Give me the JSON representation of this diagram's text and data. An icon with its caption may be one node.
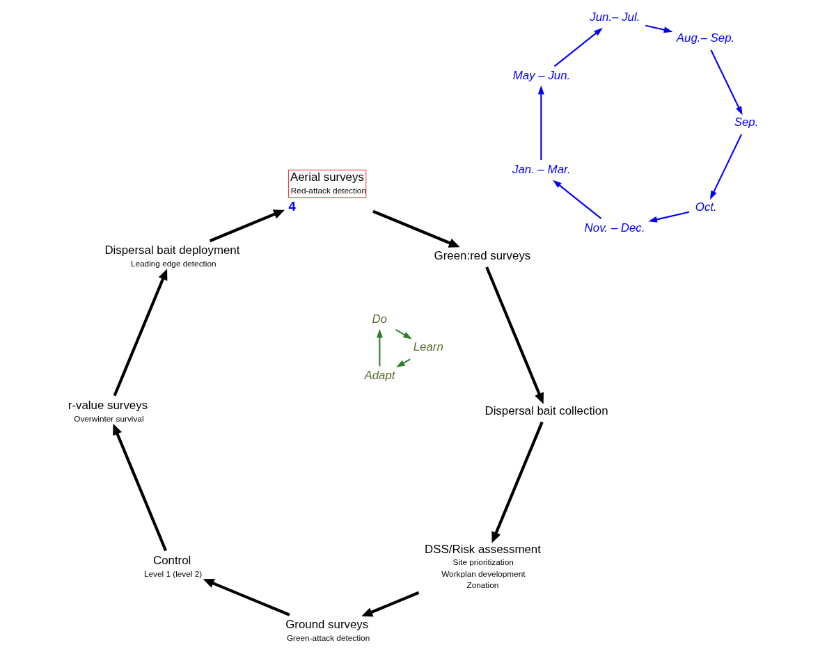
{
  "diagram": {
    "nodes": [
      {
        "text": [
          "DSS/Risk assessment",
          "Site prioritization",
          "Workplan development",
          "Zonation"
        ]
      },
      {
        "text": [
          "Ground surveys",
          "Green-attack detection"
        ]
      },
      {
        "text": [
          "Control",
          "Level 1 (level 2)"
        ]
      },
      {
        "text": [
          "r-value surveys",
          "Overwinter survival"
        ]
      },
      {
        "text": [
          "Dispersal bait deployment",
          "Leading edge detection"
        ]
      },
      {
        "text": [
          "Aerial surveys",
          "Red-attack detection"
        ],
        "beside": [
          "4"
        ]
      },
      {
        "text": [
          "Green:red surveys"
        ]
      },
      {
        "text": [
          "Dispersal bait collection"
        ]
      },
      {
        "text": [
          "Oct."
        ]
      },
      {
        "text": [
          "Nov. – Dec."
        ]
      },
      {
        "text": [
          "Jan. – Mar."
        ]
      },
      {
        "text": [
          "May – Jun."
        ]
      },
      {
        "text": [
          "Jun.– Jul."
        ]
      },
      {
        "text": [
          "Aug.– Sep."
        ]
      },
      {
        "text": [
          "Sep."
        ]
      },
      {
        "text": [
          "Adapt"
        ]
      },
      {
        "text": [
          "Do"
        ]
      },
      {
        "text": [
          "Learn"
        ]
      }
    ],
    "edges": [
      {
        "from": 0,
        "to": 1,
        "arrow": "to",
        "style": "thick"
      },
      {
        "from": 1,
        "to": 2,
        "arrow": "to",
        "style": "thick"
      },
      {
        "from": 2,
        "to": 3,
        "arrow": "to",
        "style": "thick"
      },
      {
        "from": 3,
        "to": 4,
        "arrow": "to",
        "style": "thick"
      },
      {
        "from": 4,
        "to": 5,
        "arrow": "to",
        "style": "thick"
      },
      {
        "from": 5,
        "to": 6,
        "arrow": "to",
        "style": "thick"
      },
      {
        "from": 6,
        "to": 7,
        "arrow": "to",
        "style": "thick"
      },
      {
        "from": 7,
        "to": 0,
        "arrow": "to",
        "style": "thick"
      },
      {
        "from": 8,
        "to": 9,
        "arrow": "to",
        "color": "#0000ff"
      },
      {
        "from": 9,
        "to": 10,
        "arrow": "to",
        "color": "#0000ff"
      },
      {
        "from": 10,
        "to": 11,
        "arrow": "to",
        "color": "#0000ff"
      },
      {
        "from": 11,
        "to": 12,
        "arrow": "to",
        "color": "#0000ff"
      },
      {
        "from": 12,
        "to": 13,
        "arrow": "to",
        "color": "#0000ff"
      },
      {
        "from": 13,
        "to": 14,
        "arrow": "to",
        "color": "#0000ff"
      },
      {
        "from": 14,
        "to": 8,
        "arrow": "to",
        "color": "#0000ff"
      },
      {
        "from": 15,
        "to": 16,
        "arrow": "to",
        "color": "#2e7d32"
      },
      {
        "from": 16,
        "to": 17,
        "arrow": "to",
        "color": "#2e7d32"
      },
      {
        "from": 17,
        "to": 15,
        "arrow": "to",
        "color": "#2e7d32"
      }
    ]
  }
}
